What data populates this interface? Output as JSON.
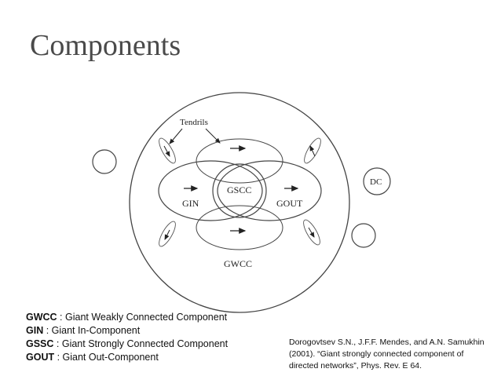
{
  "slide": {
    "title": "Components"
  },
  "diagram": {
    "tendrils_label": "Tendrils",
    "gin_label": "GIN",
    "gscc_label": "GSCC",
    "gout_label": "GOUT",
    "gwcc_label": "GWCC",
    "dc_label": "DC"
  },
  "legend": [
    {
      "abbr": "GWCC",
      "desc": " : Giant Weakly Connected Component"
    },
    {
      "abbr": "GIN",
      "desc": " : Giant In-Component"
    },
    {
      "abbr": "GSSC",
      "desc": " : Giant Strongly Connected Component"
    },
    {
      "abbr": "GOUT",
      "desc": " : Giant Out-Component"
    }
  ],
  "citation": {
    "line1": "Dorogovtsev S.N., J.F.F. Mendes, and A.N. Samukhin",
    "line2": "(2001). “Giant strongly connected component of",
    "line3": "directed networks”, Phys. Rev. E 64."
  }
}
